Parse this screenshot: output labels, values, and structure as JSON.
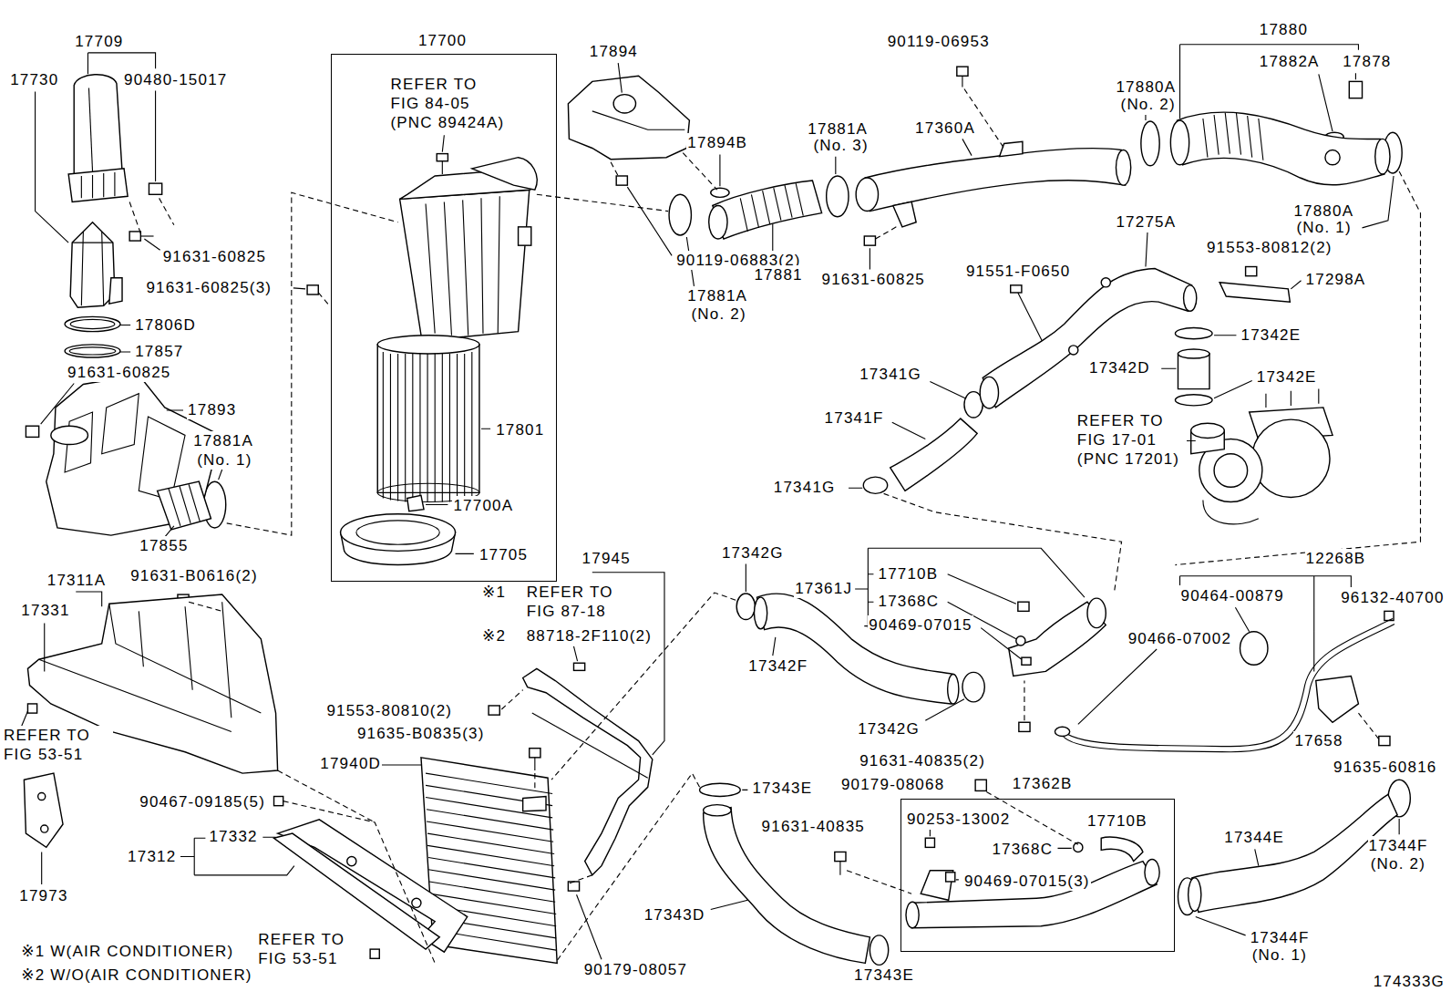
{
  "diagram": {
    "nodes": [
      {
        "text": [
          "17700",
          "REFER TO FIG 84-05 (PNC 89424A)",
          "17801",
          "17700A",
          "17705"
        ]
      },
      {
        "text": [
          "17362B",
          "90253-13002",
          "17710B",
          "17368C",
          "90469-07015(3)"
        ]
      }
    ],
    "labels": [
      "17709",
      "17730",
      "90480-15017",
      "91631-60825",
      "91631-60825(3)",
      "17806D",
      "17857",
      "91631-60825",
      "17893",
      "17881A",
      "(No. 1)",
      "17855",
      "17894",
      "17894B",
      "90119-06883(2)",
      "17881A",
      "(No. 2)",
      "17881",
      "17881A",
      "(No. 3)",
      "90119-06953",
      "17360A",
      "91631-60825",
      "17880",
      "17880A",
      "(No. 2)",
      "17882A",
      "17878",
      "17880A",
      "(No. 1)",
      "17275A",
      "91553-80812(2)",
      "17298A",
      "91551-F0650",
      "17342E",
      "17341G",
      "17342D",
      "17342E",
      "17341F",
      "REFER TO FIG 17-01 (PNC 17201)",
      "17341G",
      "17311A",
      "17331",
      "91631-B0616(2)",
      "REFER TO FIG 53-51",
      "90467-09185(5)",
      "17973",
      "17312",
      "17332",
      "REFER TO FIG 53-51",
      "※1 W(AIR CONDITIONER)",
      "※2 W/O(AIR CONDITIONER)",
      "17945",
      "※1",
      "REFER TO FIG 87-18",
      "※2",
      "88718-2F110(2)",
      "91553-80810(2)",
      "91635-B0835(3)",
      "17940D",
      "90179-08057",
      "17342G",
      "17361J",
      "17710B",
      "17368C",
      "90469-07015",
      "17342F",
      "17342G",
      "91631-40835(2)",
      "12268B",
      "90464-00879",
      "96132-40700",
      "90466-07002",
      "17658",
      "91635-60816",
      "17343E",
      "90179-08068",
      "91631-40835",
      "17343D",
      "17343E",
      "17344E",
      "17344F",
      "(No. 2)",
      "17344F",
      "(No. 1)",
      "174333G"
    ]
  }
}
